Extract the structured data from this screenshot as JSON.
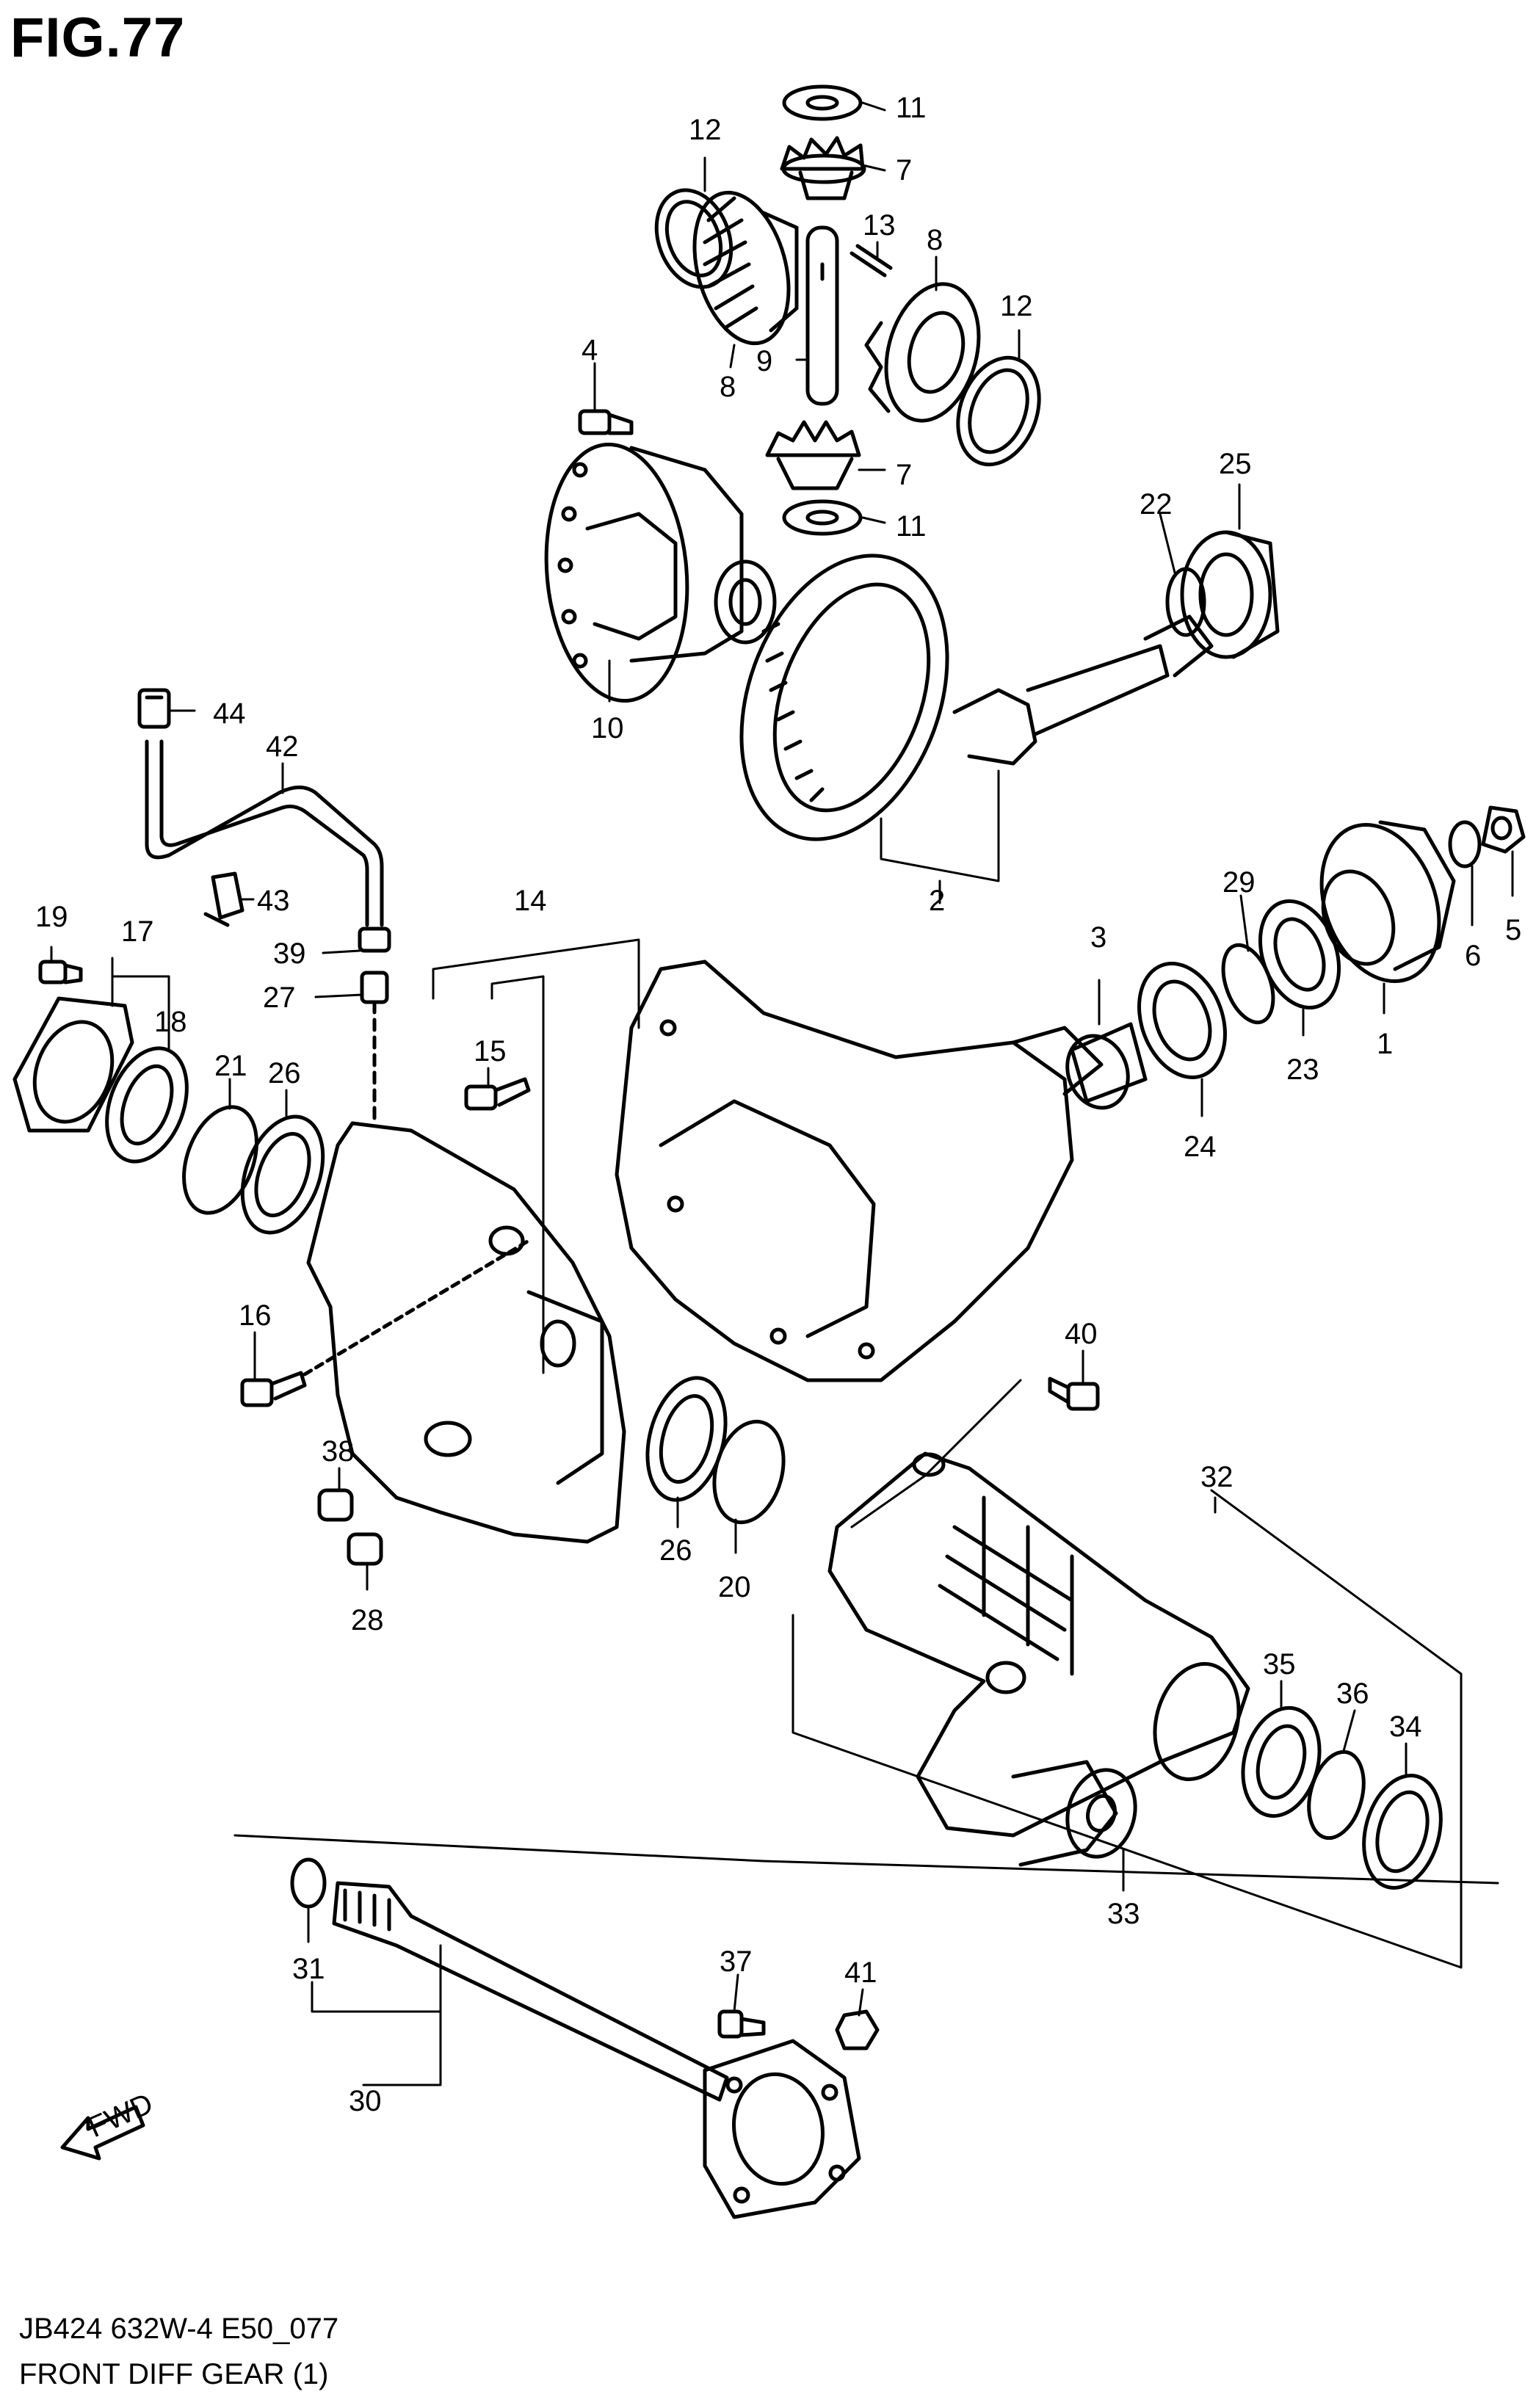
{
  "figure": {
    "title": "FIG.77",
    "model_code": "JB424 632W-4 E50_077",
    "caption": "FRONT DIFF GEAR (1)",
    "fwd_label": "FWD"
  },
  "callouts": [
    {
      "id": "c1",
      "label": "1"
    },
    {
      "id": "c2",
      "label": "2"
    },
    {
      "id": "c3",
      "label": "3"
    },
    {
      "id": "c4",
      "label": "4"
    },
    {
      "id": "c5",
      "label": "5"
    },
    {
      "id": "c6",
      "label": "6"
    },
    {
      "id": "c7a",
      "label": "7"
    },
    {
      "id": "c7b",
      "label": "7"
    },
    {
      "id": "c8a",
      "label": "8"
    },
    {
      "id": "c8b",
      "label": "8"
    },
    {
      "id": "c9",
      "label": "9"
    },
    {
      "id": "c10",
      "label": "10"
    },
    {
      "id": "c11a",
      "label": "11"
    },
    {
      "id": "c11b",
      "label": "11"
    },
    {
      "id": "c12a",
      "label": "12"
    },
    {
      "id": "c12b",
      "label": "12"
    },
    {
      "id": "c13",
      "label": "13"
    },
    {
      "id": "c14",
      "label": "14"
    },
    {
      "id": "c15",
      "label": "15"
    },
    {
      "id": "c16",
      "label": "16"
    },
    {
      "id": "c17",
      "label": "17"
    },
    {
      "id": "c18",
      "label": "18"
    },
    {
      "id": "c19",
      "label": "19"
    },
    {
      "id": "c20",
      "label": "20"
    },
    {
      "id": "c21",
      "label": "21"
    },
    {
      "id": "c22",
      "label": "22"
    },
    {
      "id": "c23",
      "label": "23"
    },
    {
      "id": "c24",
      "label": "24"
    },
    {
      "id": "c25",
      "label": "25"
    },
    {
      "id": "c26a",
      "label": "26"
    },
    {
      "id": "c26b",
      "label": "26"
    },
    {
      "id": "c27",
      "label": "27"
    },
    {
      "id": "c28",
      "label": "28"
    },
    {
      "id": "c29",
      "label": "29"
    },
    {
      "id": "c30",
      "label": "30"
    },
    {
      "id": "c31",
      "label": "31"
    },
    {
      "id": "c32",
      "label": "32"
    },
    {
      "id": "c33",
      "label": "33"
    },
    {
      "id": "c34",
      "label": "34"
    },
    {
      "id": "c35",
      "label": "35"
    },
    {
      "id": "c36",
      "label": "36"
    },
    {
      "id": "c37",
      "label": "37"
    },
    {
      "id": "c38",
      "label": "38"
    },
    {
      "id": "c39",
      "label": "39"
    },
    {
      "id": "c40",
      "label": "40"
    },
    {
      "id": "c41",
      "label": "41"
    },
    {
      "id": "c42",
      "label": "42"
    },
    {
      "id": "c43",
      "label": "43"
    },
    {
      "id": "c44",
      "label": "44"
    }
  ]
}
